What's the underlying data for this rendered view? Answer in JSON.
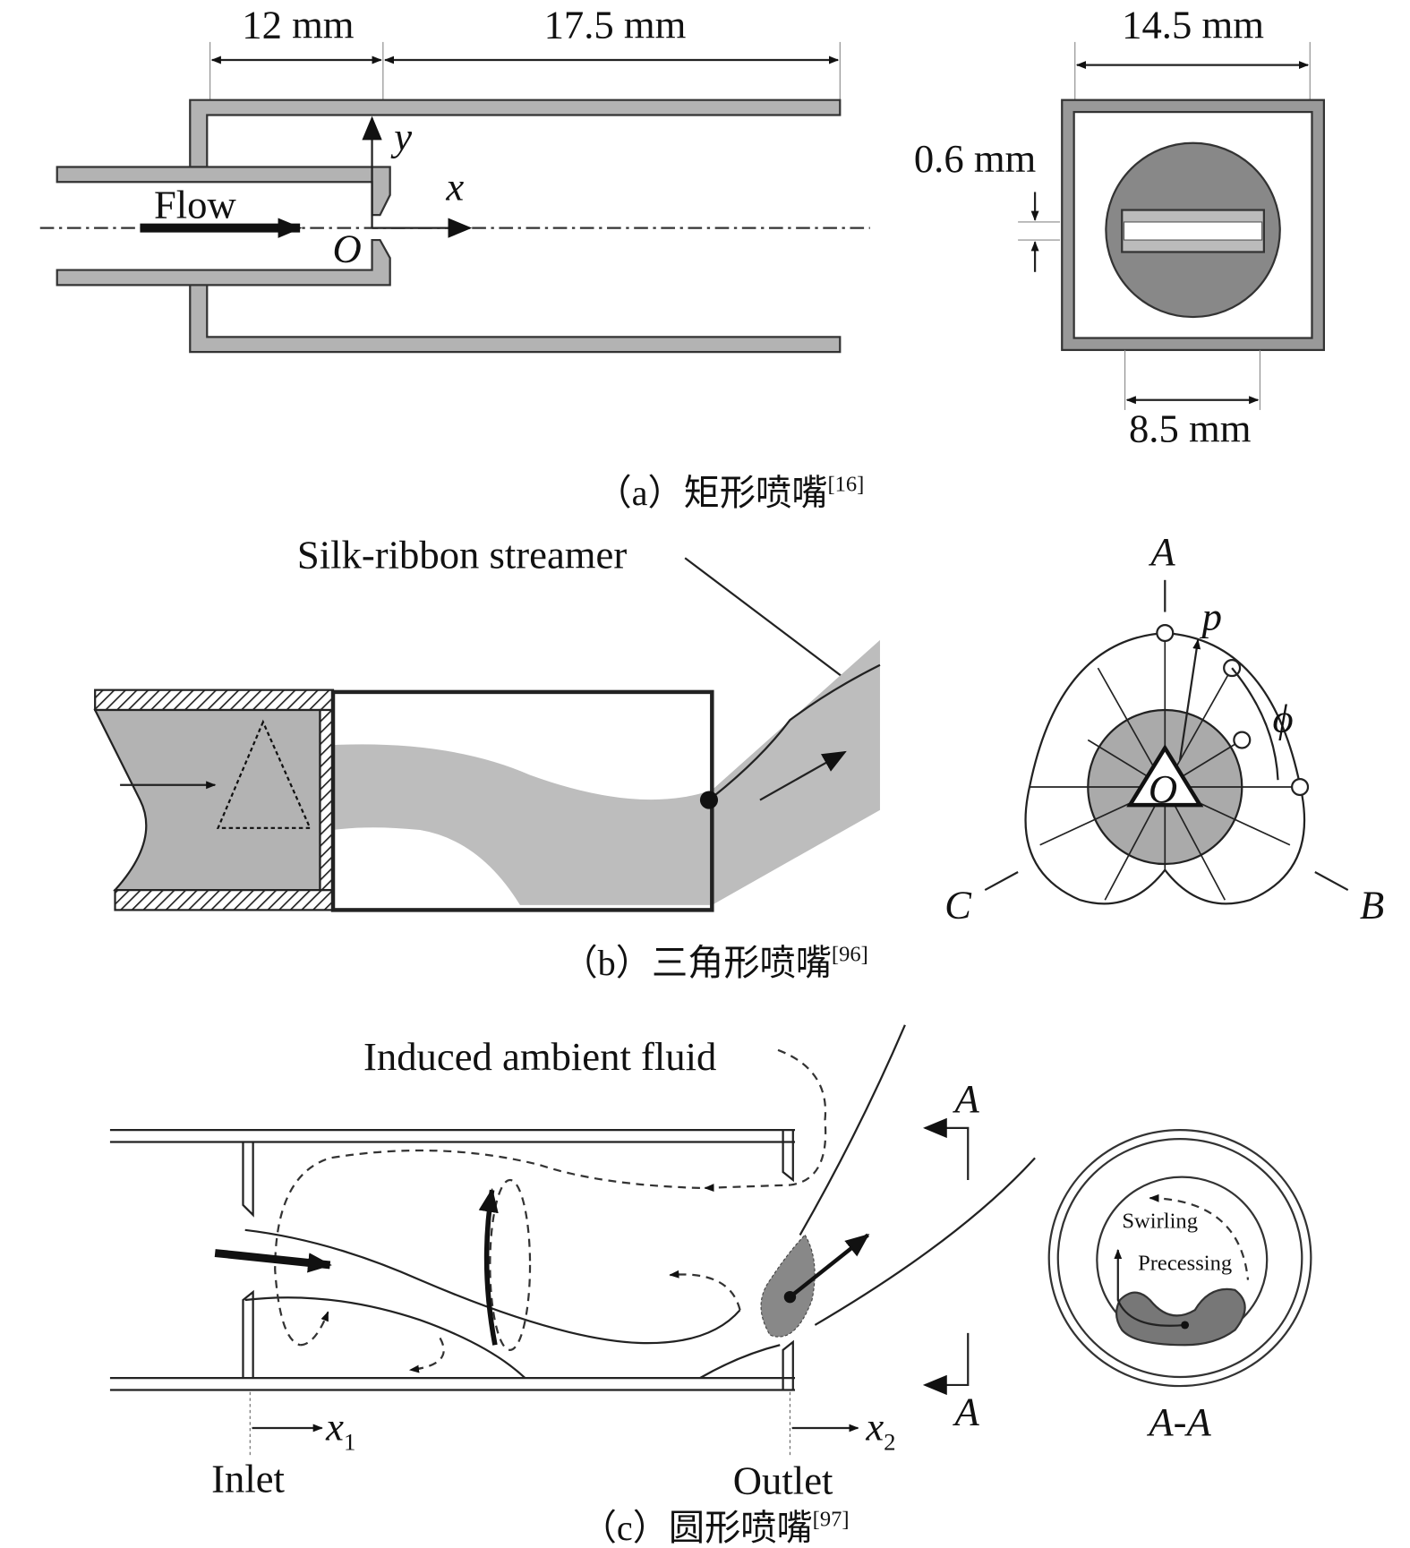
{
  "panel_a": {
    "dim_12": "12 mm",
    "dim_17_5": "17.5 mm",
    "dim_14_5": "14.5 mm",
    "dim_0_6": "0.6 mm",
    "dim_8_5": "8.5 mm",
    "flow": "Flow",
    "axis_x": "x",
    "axis_y": "y",
    "origin": "O",
    "caption": "（a）矩形喷嘴",
    "ref": "[16]"
  },
  "panel_b": {
    "streamer": "Silk-ribbon streamer",
    "label_A": "A",
    "label_B": "B",
    "label_C": "C",
    "label_p": "p",
    "label_phi": "ϕ",
    "origin": "O",
    "caption": "（b）三角形喷嘴",
    "ref": "[96]"
  },
  "panel_c": {
    "induced": "Induced ambient fluid",
    "section_top": "A",
    "section_bottom": "A",
    "section_view": "A-A",
    "swirling": "Swirling",
    "processing": "Precessing",
    "x1": "x",
    "x1_sub": "1",
    "x2": "x",
    "x2_sub": "2",
    "inlet": "Inlet",
    "outlet": "Outlet",
    "caption": "（c）圆形喷嘴",
    "ref": "[97]"
  },
  "colors": {
    "wall": "#b3b3b3",
    "dark": "#888888",
    "ink": "#111111"
  }
}
